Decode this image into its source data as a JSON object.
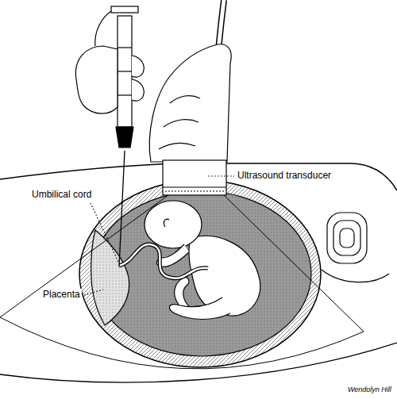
{
  "diagram": {
    "labels": [
      "Ultrasound transducer",
      "Umbilical cord",
      "Placenta",
      "Wendolyn Hill"
    ]
  }
}
